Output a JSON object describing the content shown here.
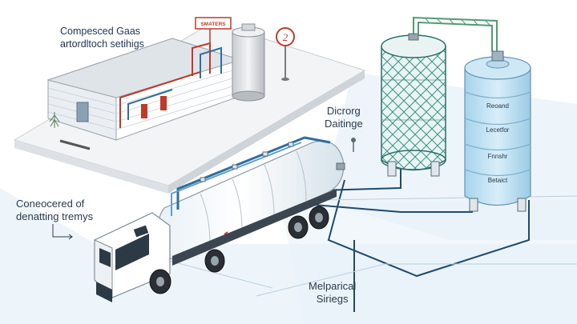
{
  "labels": {
    "top_left": [
      "Compesced Gaas",
      "artordltoch setihigs"
    ],
    "middle_right": [
      "Dicrorg",
      "Daitinge"
    ],
    "left": [
      "Coneocered of",
      "denatting tremys"
    ],
    "bottom": [
      "Melparical",
      "Siriegs"
    ]
  },
  "building": {
    "sign_text": "SMATERS",
    "round_sign_text": "2"
  },
  "storage_tank": {
    "bands": [
      "Reoand",
      "Lecetfor",
      "Fnnshr",
      "Betaict"
    ]
  },
  "colors": {
    "pipe_blue": "#2f6e9e",
    "teal": "#5f9c91",
    "accent_red": "#c0392b",
    "tank_blue": "#bfe1f3",
    "line_navy": "#1f4a6e"
  }
}
